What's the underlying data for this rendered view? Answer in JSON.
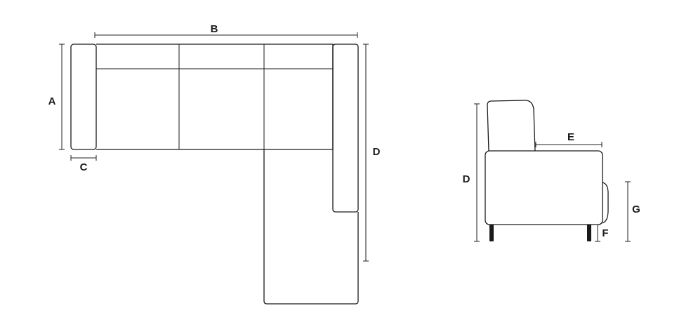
{
  "top_view": {
    "dimensions": {
      "A": "A",
      "B": "B",
      "C": "C",
      "D": "D"
    }
  },
  "side_view": {
    "dimensions": {
      "D": "D",
      "E": "E",
      "F": "F",
      "G": "G"
    }
  },
  "colors": {
    "line": "#1a1a1a",
    "background": "#ffffff"
  }
}
